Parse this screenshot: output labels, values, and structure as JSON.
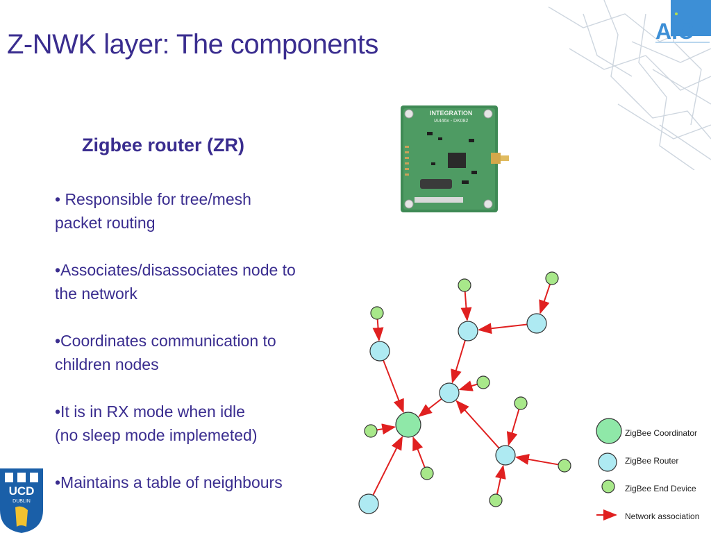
{
  "slide": {
    "title": "Z-NWK layer: The components",
    "subtitle": "Zigbee router (ZR)",
    "bullets": [
      [
        "• Responsible for tree/mesh",
        "packet routing"
      ],
      [
        "•Associates/disassociates node to",
        "the network"
      ],
      [
        "•Coordinates communication to",
        "children nodes"
      ],
      [
        "•It is in RX mode when idle",
        "(no sleep mode implemeted)"
      ],
      [
        "•Maintains a table of neighbours"
      ]
    ]
  },
  "logos": {
    "aic_text": "AIC",
    "ucd_line1": "UCD",
    "ucd_line2": "DUBLIN"
  },
  "board": {
    "label_line1": "INTEGRATION",
    "label_line2": "IA446x - DK082"
  },
  "legend": {
    "coordinator": "ZigBee Coordinator",
    "router": "ZigBee Router",
    "end_device": "ZigBee End Device",
    "association": "Network association"
  },
  "colors": {
    "title": "#3a2d8f",
    "coordinator": "#8fe8a8",
    "router": "#aeeaf2",
    "end_device": "#a8e88a",
    "arrow": "#e02020",
    "aic_blue": "#3d8fd6"
  }
}
